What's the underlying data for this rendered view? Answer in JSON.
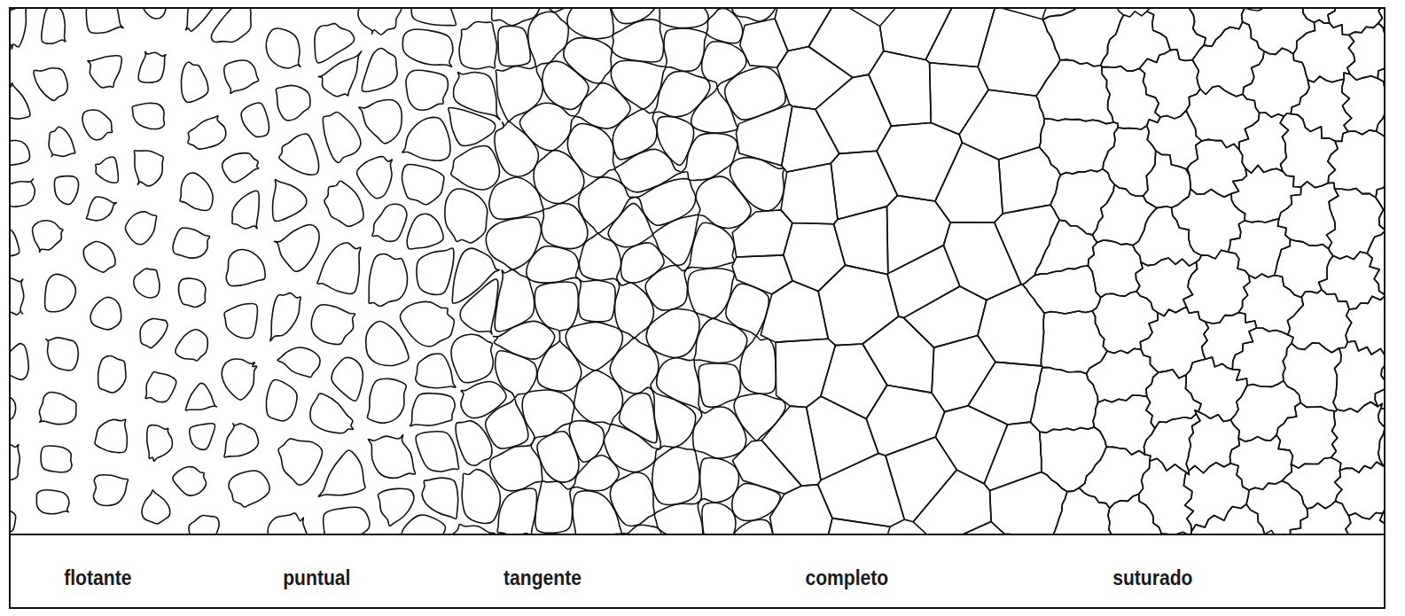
{
  "diagram": {
    "labels": [
      "flotante",
      "puntual",
      "tangente",
      "completo",
      "suturado"
    ]
  }
}
